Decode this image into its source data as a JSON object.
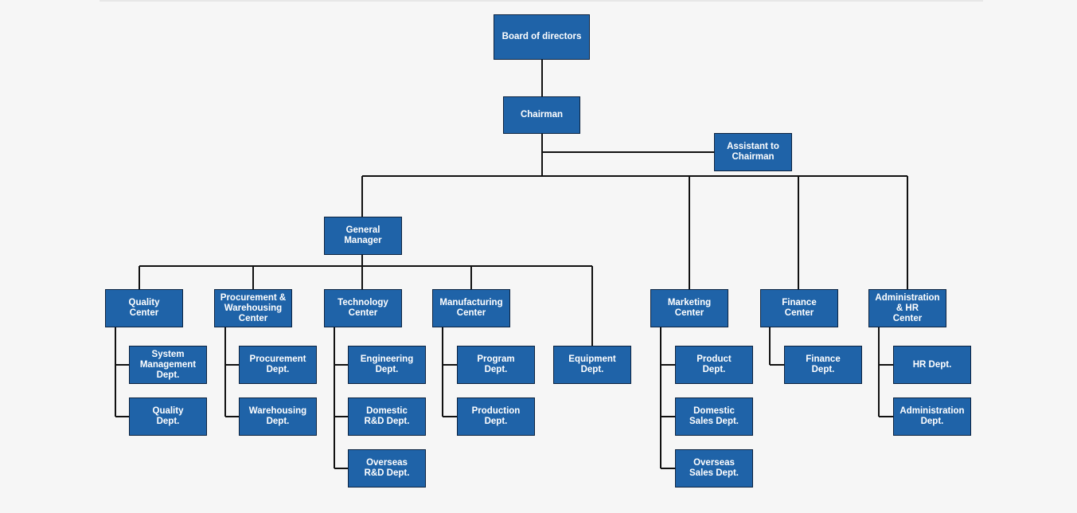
{
  "nodes": {
    "board": "Board of directors",
    "chairman": "Chairman",
    "assistant": "Assistant to\nChairman",
    "general_manager": "General\nManager",
    "quality_center": "Quality\nCenter",
    "procurement_center": "Procurement &\nWarehousing\nCenter",
    "technology_center": "Technology\nCenter",
    "manufacturing_center": "Manufacturing\nCenter",
    "equipment_dept": "Equipment\nDept.",
    "marketing_center": "Marketing\nCenter",
    "finance_center": "Finance\nCenter",
    "admin_hr_center": "Administration\n& HR\nCenter",
    "system_mgmt_dept": "System\nManagement\nDept.",
    "quality_dept": "Quality\nDept.",
    "procurement_dept": "Procurement\nDept.",
    "warehousing_dept": "Warehousing\nDept.",
    "engineering_dept": "Engineering\nDept.",
    "domestic_rd_dept": "Domestic\nR&D  Dept.",
    "overseas_rd_dept": "Overseas\nR&D  Dept.",
    "program_dept": "Program\nDept.",
    "production_dept": "Production\nDept.",
    "product_dept": "Product\nDept.",
    "domestic_sales_dept": "Domestic\nSales Dept.",
    "overseas_sales_dept": "Overseas\nSales Dept.",
    "finance_dept": "Finance\nDept.",
    "hr_dept": "HR Dept.",
    "administration_dept": "Administration\nDept."
  }
}
